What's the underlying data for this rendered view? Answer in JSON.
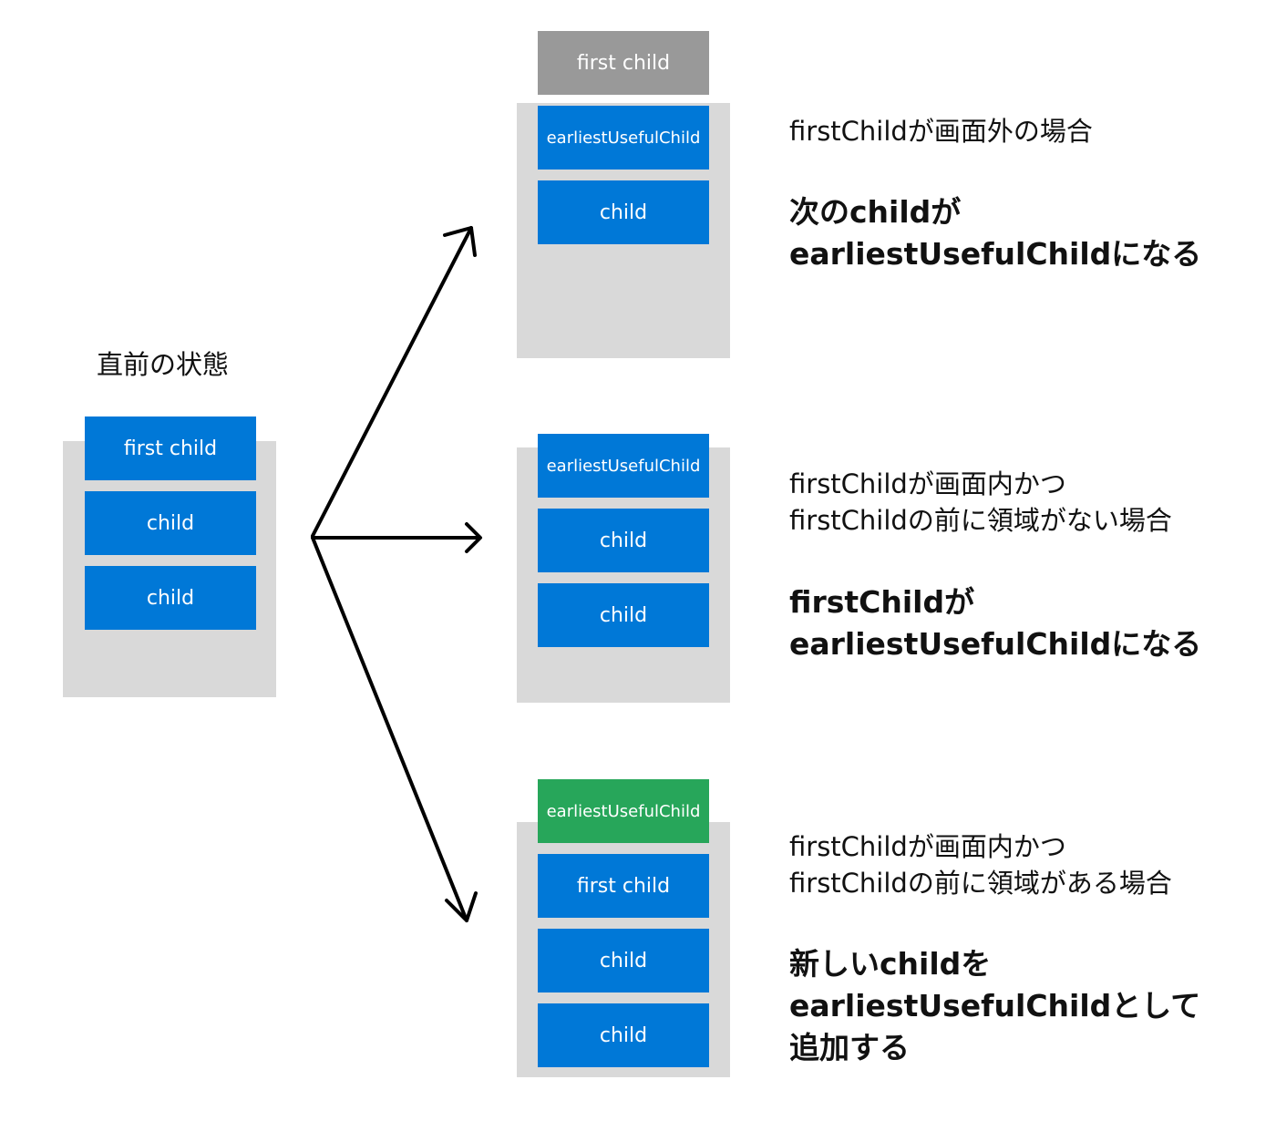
{
  "before": {
    "title": "直前の状態",
    "items": [
      "first child",
      "child",
      "child"
    ]
  },
  "case1": {
    "items": [
      "first child",
      "earliestUsefulChild",
      "child"
    ],
    "condition": [
      "firstChildが画面外の場合"
    ],
    "result": [
      "次のchildが",
      "earliestUsefulChildになる"
    ]
  },
  "case2": {
    "items": [
      "earliestUsefulChild",
      "child",
      "child"
    ],
    "condition": [
      "firstChildが画面内かつ",
      "firstChildの前に領域がない場合"
    ],
    "result": [
      "firstChildが",
      "earliestUsefulChildになる"
    ]
  },
  "case3": {
    "items": [
      "earliestUsefulChild",
      "first child",
      "child",
      "child"
    ],
    "condition": [
      "firstChildが画面内かつ",
      "firstChildの前に領域がある場合"
    ],
    "result": [
      "新しいchildを",
      "earliestUsefulChildとして",
      "追加する"
    ]
  },
  "colors": {
    "viewport": "#d9d9d9",
    "child": "#0078d7",
    "offscreen": "#999999",
    "new_child": "#27a65a",
    "arrow": "#000000"
  }
}
